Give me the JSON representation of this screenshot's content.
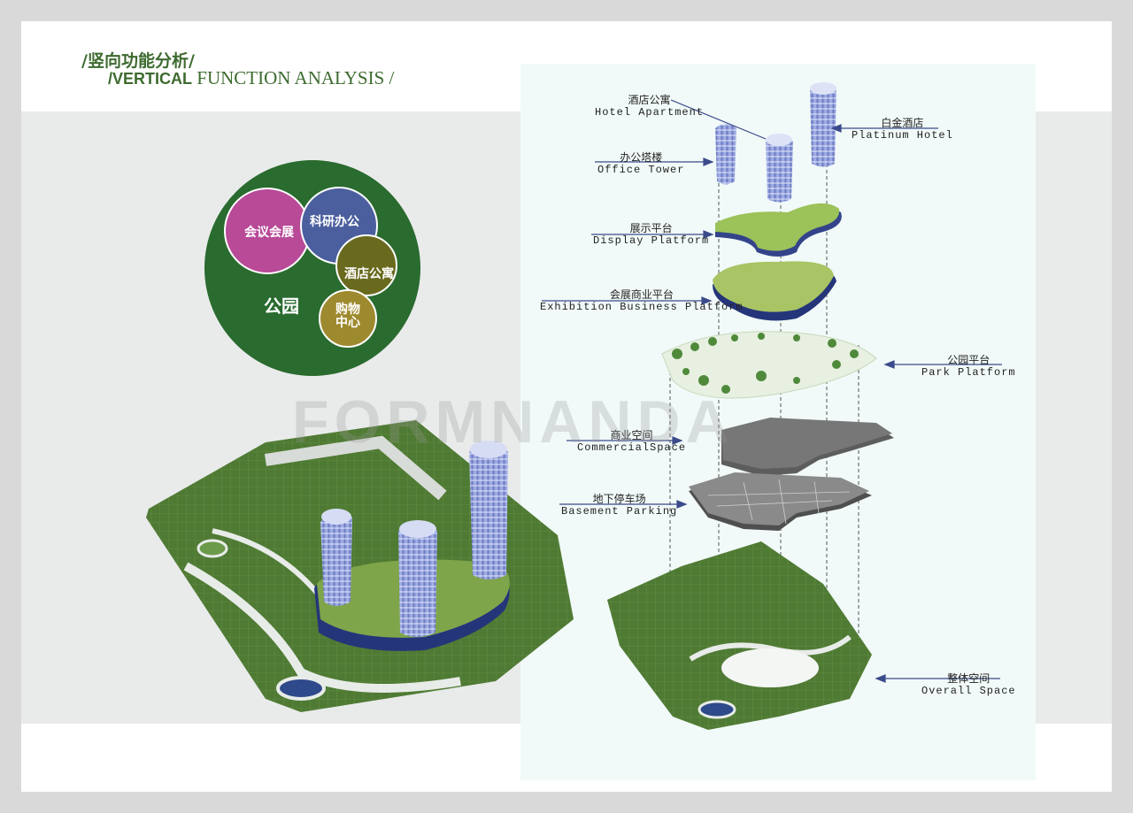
{
  "title": {
    "cn": "/竖向功能分析/",
    "en_bold": "/VERTICAL",
    "en_rest": " FUNCTION ANALYSIS /"
  },
  "bubbles": {
    "park": "公园",
    "conference": "会议会展",
    "research_office": "科研办公",
    "hotel_apartment": "酒店公寓",
    "shopping_center": "购物\n中心"
  },
  "labels": {
    "hotel_apartment": {
      "cn": "酒店公寓",
      "en": "Hotel Apartment"
    },
    "platinum_hotel": {
      "cn": "白金酒店",
      "en": "Platinum Hotel"
    },
    "office_tower": {
      "cn": "办公塔楼",
      "en": "Office Tower"
    },
    "display_platform": {
      "cn": "展示平台",
      "en": "Display Platform"
    },
    "exhibition_business_platform": {
      "cn": "会展商业平台",
      "en": "Exhibition Business Platform"
    },
    "park_platform": {
      "cn": "公园平台",
      "en": "Park Platform"
    },
    "commercial_space": {
      "cn": "商业空间",
      "en": "CommercialSpace"
    },
    "basement_parking": {
      "cn": "地下停车场",
      "en": "Basement Parking"
    },
    "overall_space": {
      "cn": "整体空间",
      "en": "Overall Space"
    }
  },
  "watermark": "FORMNANDA",
  "colors": {
    "park_green": "#2a6b2f",
    "conference_magenta": "#b84a98",
    "office_blue": "#4b5f9e",
    "hotel_olive": "#6a6a1e",
    "shopping_gold": "#9e8a2e",
    "title_green": "#3d6b2f"
  }
}
